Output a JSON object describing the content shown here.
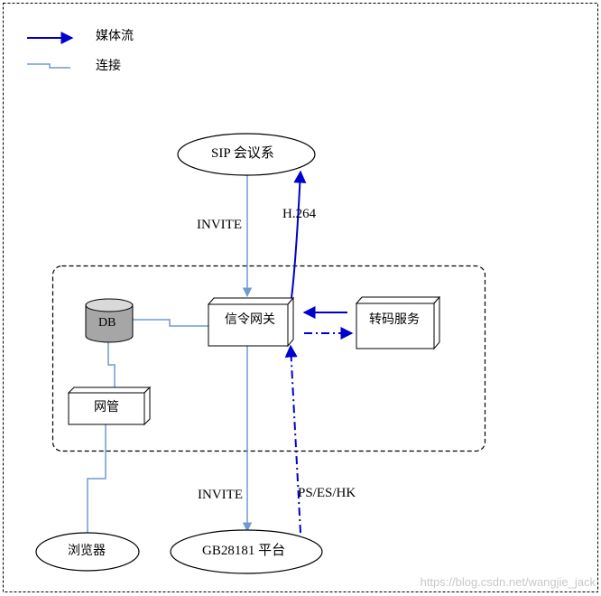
{
  "legend": {
    "media_stream_label": "媒体流",
    "connection_label": "连接"
  },
  "nodes": {
    "sip_conference": "SIP 会议系",
    "signaling_gateway": "信令网关",
    "transcode_service": "转码服务",
    "db": "DB",
    "network_mgmt": "网管",
    "browser": "浏览器",
    "gb28181_platform": "GB28181 平台"
  },
  "edge_labels": {
    "invite_top": "INVITE",
    "h264": "H.264",
    "invite_bottom": "INVITE",
    "ps_es_hk": "PS/ES/HK"
  },
  "colors": {
    "media_stream": "#0000cc",
    "connection": "#6f9ccf",
    "box_stroke": "#000000",
    "db_fill": "#a6a6a6"
  },
  "watermark": "https://blog.csdn.net/wangjie_jack"
}
